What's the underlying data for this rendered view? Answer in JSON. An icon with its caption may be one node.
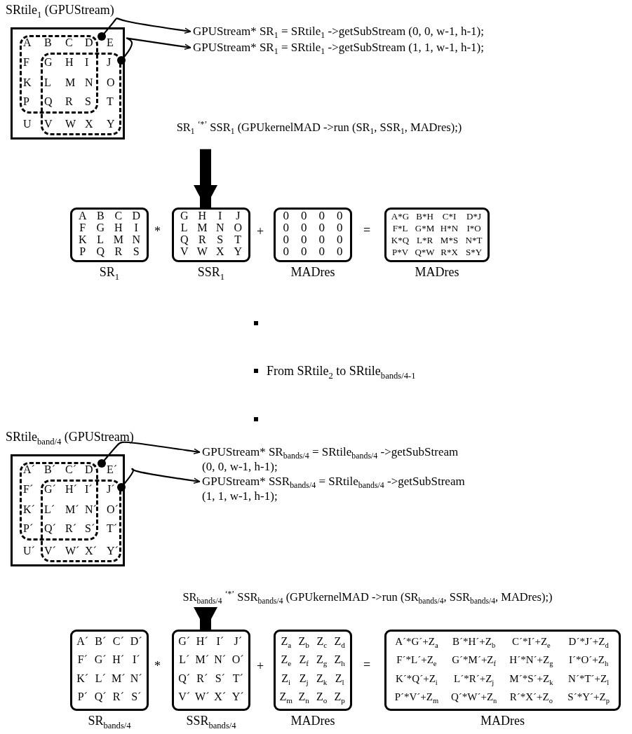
{
  "diagram": {
    "nodes": [
      {
        "text": [
          "SRtile$_{1}$ (GPUStream)",
          "A",
          "B",
          "C",
          "D",
          "E",
          "F",
          "G",
          "H",
          "I",
          "J",
          "K",
          "L",
          "M",
          "N",
          "O",
          "P",
          "Q",
          "R",
          "S",
          "T",
          "U",
          "V",
          "W",
          "X",
          "Y"
        ]
      },
      {
        "text": [
          "GPUStream*  SR$_{1}$ = SRtile$_{1}$ ->getSubStream (0, 0, w-1, h-1);"
        ]
      },
      {
        "text": [
          "GPUStream*  SR$_{1}$ = SRtile$_{1}$ ->getSubStream (1, 1, w-1, h-1);"
        ]
      },
      {
        "text": [
          "SR$_{1}$ $^{‘*’}$ SSR$_{1}$ (GPUkernelMAD ->run (SR$_{1}$, SSR$_{1}$, MADres);)"
        ]
      },
      {
        "text": [
          "A",
          "B",
          "C",
          "D",
          "F",
          "G",
          "H",
          "I",
          "K",
          "L",
          "M",
          "N",
          "P",
          "Q",
          "R",
          "S"
        ],
        "beside": [
          "SR$_{1}$"
        ]
      },
      {
        "text": [
          "G",
          "H",
          "I",
          "J",
          "L",
          "M",
          "N",
          "O",
          "Q",
          "R",
          "S",
          "T",
          "V",
          "W",
          "X",
          "Y"
        ],
        "beside": [
          "SSR$_{1}$"
        ]
      },
      {
        "text": [
          "0",
          "0",
          "0",
          "0",
          "0",
          "0",
          "0",
          "0",
          "0",
          "0",
          "0",
          "0",
          "0",
          "0",
          "0",
          "0"
        ],
        "beside": [
          "MADres"
        ]
      },
      {
        "text": [
          "A*G",
          "B*H",
          "C*I",
          "D*J",
          "F*L",
          "G*M",
          "H*N",
          "I*O",
          "K*Q",
          "L*R",
          "M*S",
          "N*T",
          "P*V",
          "Q*W",
          "R*X",
          "S*Y"
        ],
        "beside": [
          "MADres"
        ]
      },
      {
        "text": [
          "SRtile$_{band/4}$ (GPUStream)",
          "A´",
          "B´",
          "C´",
          "D´",
          "E´",
          "F´",
          "G´",
          "H´",
          "I´",
          "J´",
          "K´",
          "L´",
          "M´",
          "N´",
          "O´",
          "P´",
          "Q´",
          "R´",
          "S´",
          "T´",
          "U´",
          "V´",
          "W´",
          "X´",
          "Y´"
        ]
      },
      {
        "text": [
          "GPUStream*  SR$_{bands/4}$ = SRtile$_{bands/4}$ ->getSubStream (0, 0, w-1, h-1);"
        ]
      },
      {
        "text": [
          "GPUStream*  SSR$_{bands/4}$ = SRtile$_{bands/4}$ ->getSubStream (1, 1, w-1, h-1);"
        ]
      },
      {
        "text": [
          "SR$_{bands/4}$ $^{‘*’}$ SSR$_{bands/4}$ (GPUkernelMAD ->run (SR$_{bands/4}$, SSR$_{bands/4}$, MADres);)"
        ]
      },
      {
        "text": [
          "A´",
          "B´",
          "C´",
          "D´",
          "F´",
          "G´",
          "H´",
          "I´",
          "K´",
          "L´",
          "M´",
          "N´",
          "P´",
          "Q´",
          "R´",
          "S´"
        ],
        "beside": [
          "SR$_{bands/4}$"
        ]
      },
      {
        "text": [
          "G´",
          "H´",
          "I´",
          "J´",
          "L´",
          "M´",
          "N´",
          "O´",
          "Q´",
          "R´",
          "S´",
          "T´",
          "V´",
          "W´",
          "X´",
          "Y´"
        ],
        "beside": [
          "SSR$_{bands/4}$"
        ]
      },
      {
        "text": [
          "Z$_{a}$",
          "Z$_{b}$",
          "Z$_{c}$",
          "Z$_{d}$",
          "Z$_{e}$",
          "Z$_{f}$",
          "Z$_{g}$",
          "Z$_{h}$",
          "Z$_{i}$",
          "Z$_{j}$",
          "Z$_{k}$",
          "Z$_{l}$",
          "Z$_{m}$",
          "Z$_{n}$",
          "Z$_{o}$",
          "Z$_{p}$"
        ],
        "beside": [
          "MADres"
        ]
      },
      {
        "text": [
          "A´*G´+Z$_{a}$",
          "B´*H´+Z$_{b}$",
          "C´*I´+Z$_{e}$",
          "D´*J´+Z$_{d}$",
          "F´*L´+Z$_{e}$",
          "G´*M´+Z$_{f}$",
          "H´*N´+Z$_{g}$",
          "I´*O´+Z$_{h}$",
          "K´*Q´+Z$_{i}$",
          "L´*R´+Z$_{j}$",
          "M´*S´+Z$_{k}$",
          "N´*T´+Z$_{l}$",
          "P´*V´+Z$_{m}$",
          "Q´*W´+Z$_{n}$",
          "R´*X´+Z$_{o}$",
          "S´*Y´+Z$_{p}$"
        ],
        "beside": [
          "MADres"
        ]
      }
    ],
    "edges": [
      {
        "from": 0,
        "to": 1,
        "arrow": "to"
      },
      {
        "from": 0,
        "to": 2,
        "arrow": "to"
      },
      {
        "from": 3,
        "to": 5,
        "arrow": "to",
        "style": "thick"
      },
      {
        "from": 8,
        "to": 9,
        "arrow": "to"
      },
      {
        "from": 8,
        "to": 10,
        "arrow": "to"
      },
      {
        "from": 11,
        "to": 13,
        "arrow": "to",
        "style": "thick"
      }
    ],
    "labels": [
      "*",
      "+",
      "=",
      "From SRtile$_{2}$ to SRtile$_{bands/4-1}$",
      "*",
      "+",
      "="
    ]
  }
}
